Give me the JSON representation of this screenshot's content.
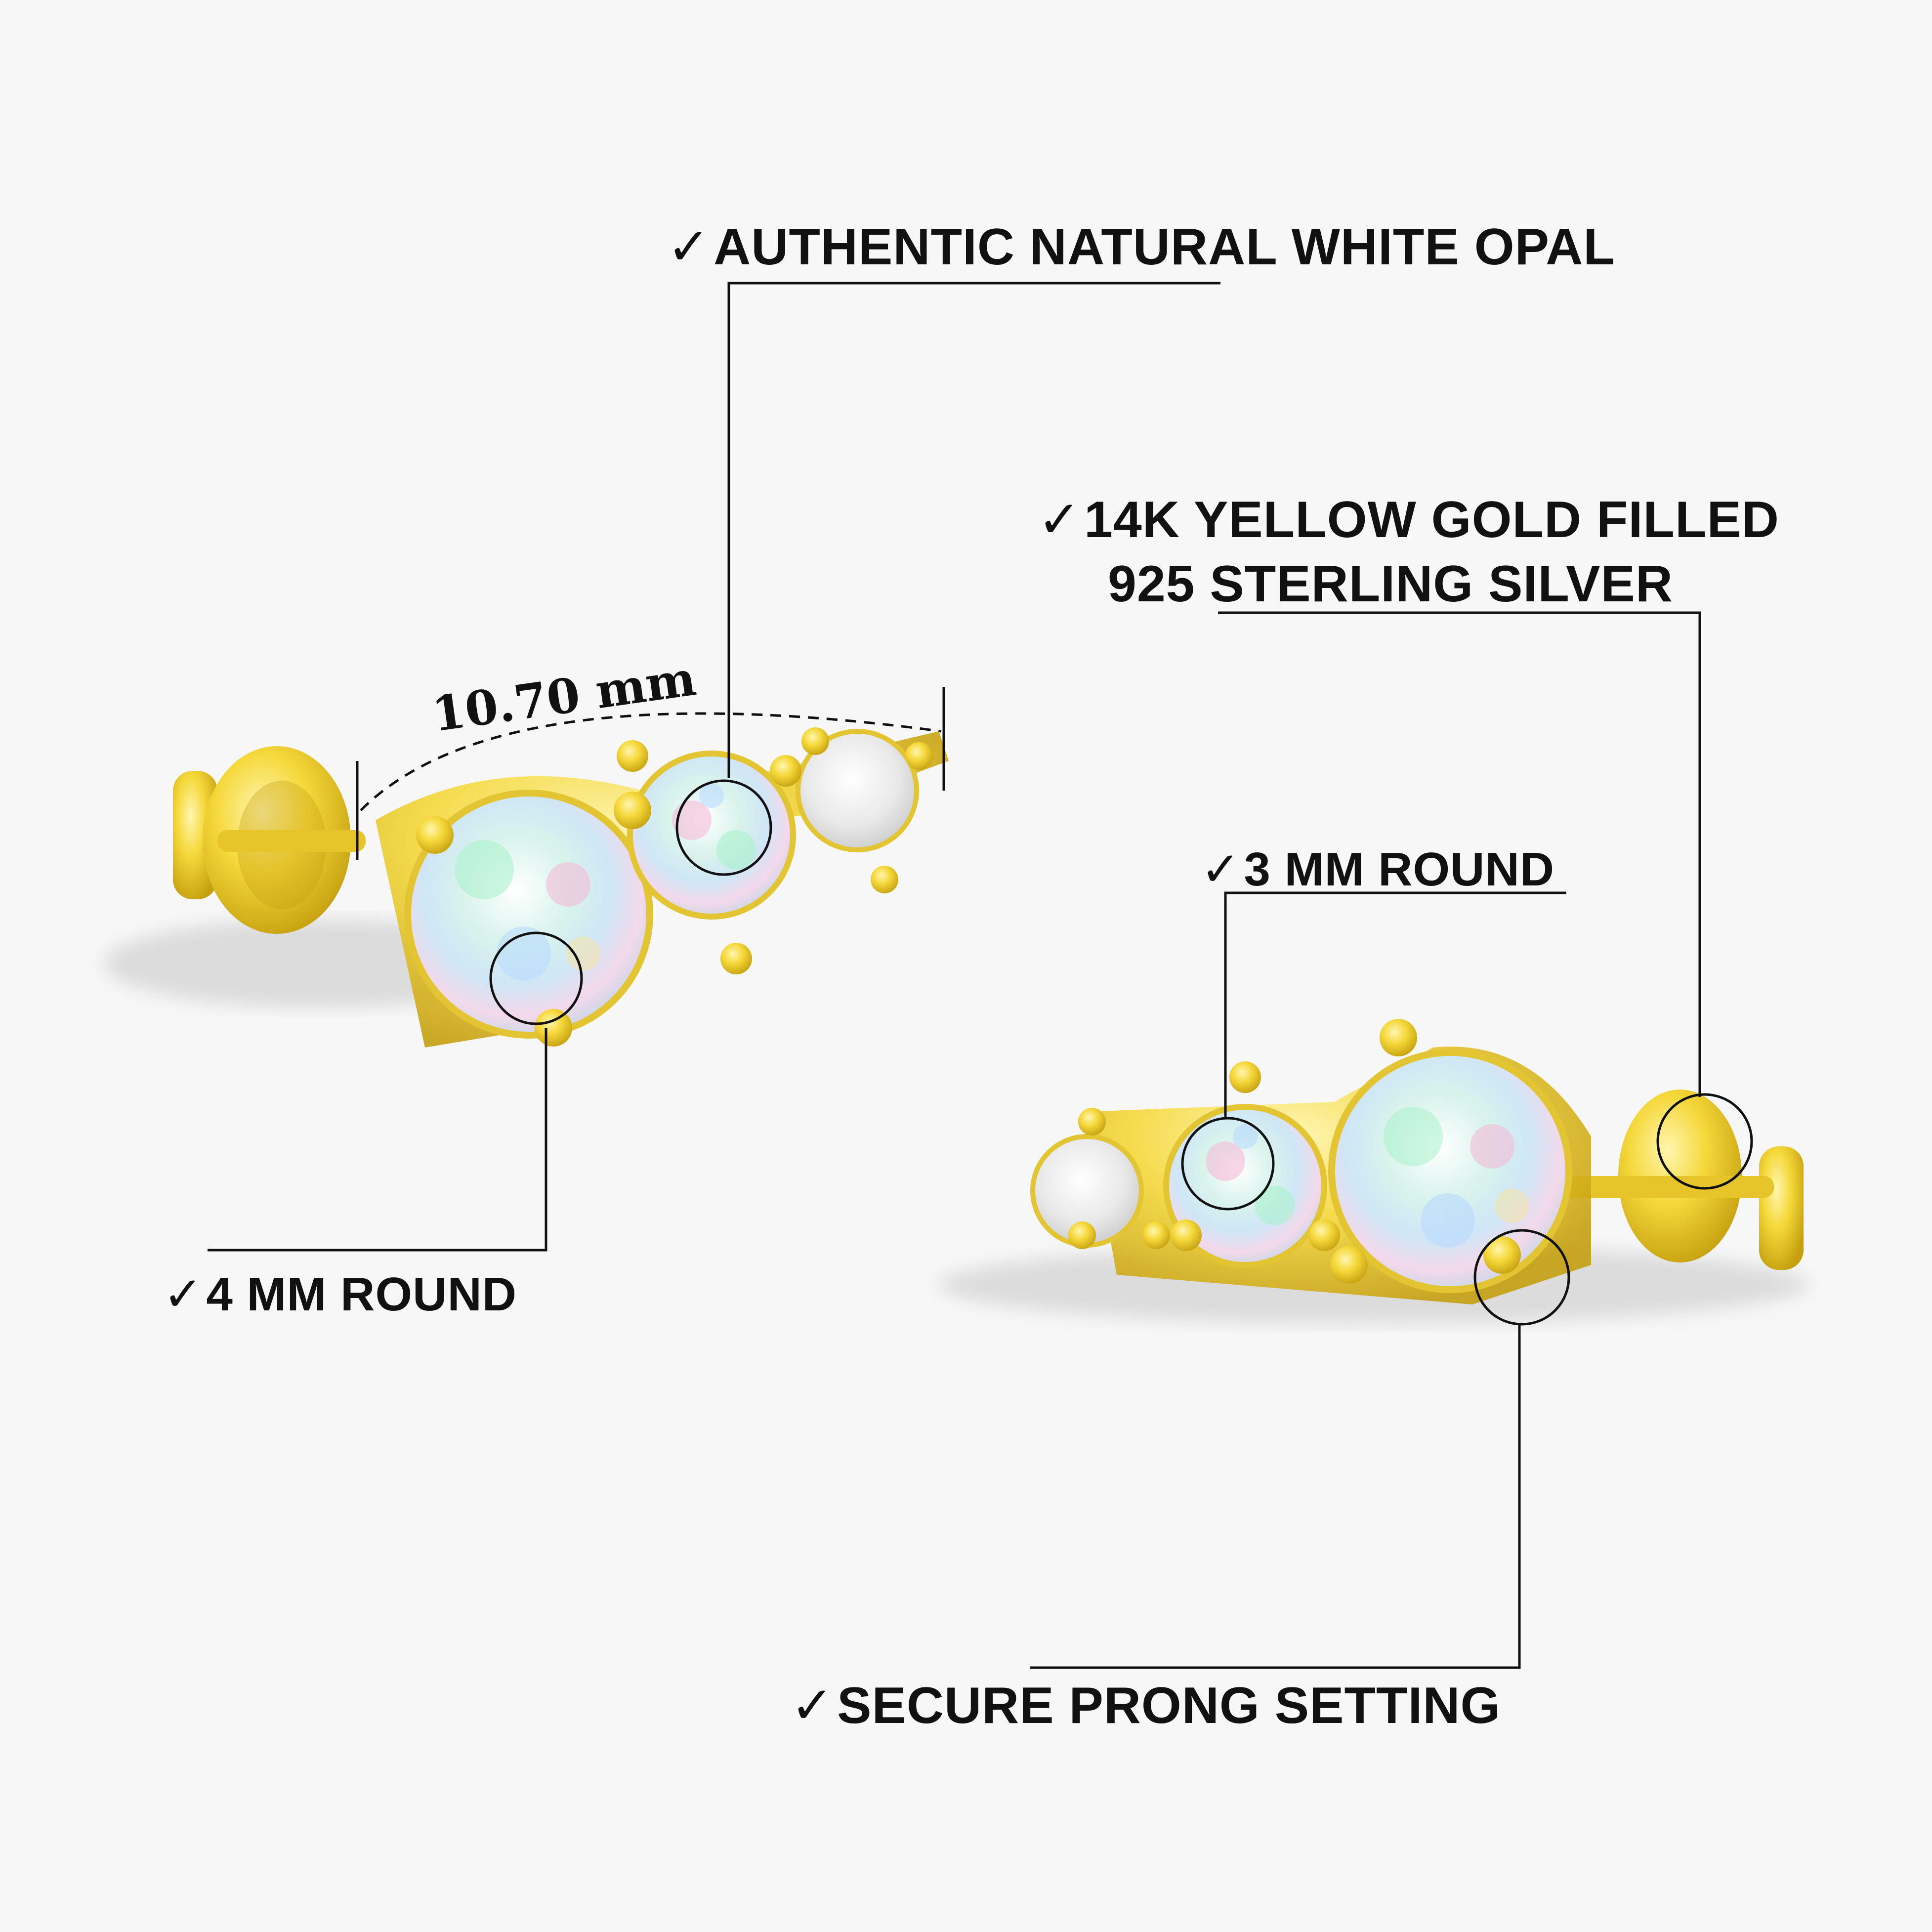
{
  "callouts": {
    "opal": {
      "check": "✓",
      "text": "AUTHENTIC NATURAL WHITE OPAL"
    },
    "gold": {
      "check": "✓",
      "line1": "14K YELLOW GOLD FILLED",
      "line2": "925 STERLING SILVER"
    },
    "three_mm": {
      "check": "✓",
      "text": "3 MM ROUND"
    },
    "four_mm": {
      "check": "✓",
      "text": "4 MM ROUND"
    },
    "prong": {
      "check": "✓",
      "text": "SECURE PRONG SETTING"
    }
  },
  "dimension": {
    "label": "10.70 mm"
  },
  "colors": {
    "background": "#f7f7f7",
    "gold": "#f2d43a",
    "gold_shadow": "#c9a712",
    "opal_base": "#e6f4f8",
    "line": "#111111"
  }
}
